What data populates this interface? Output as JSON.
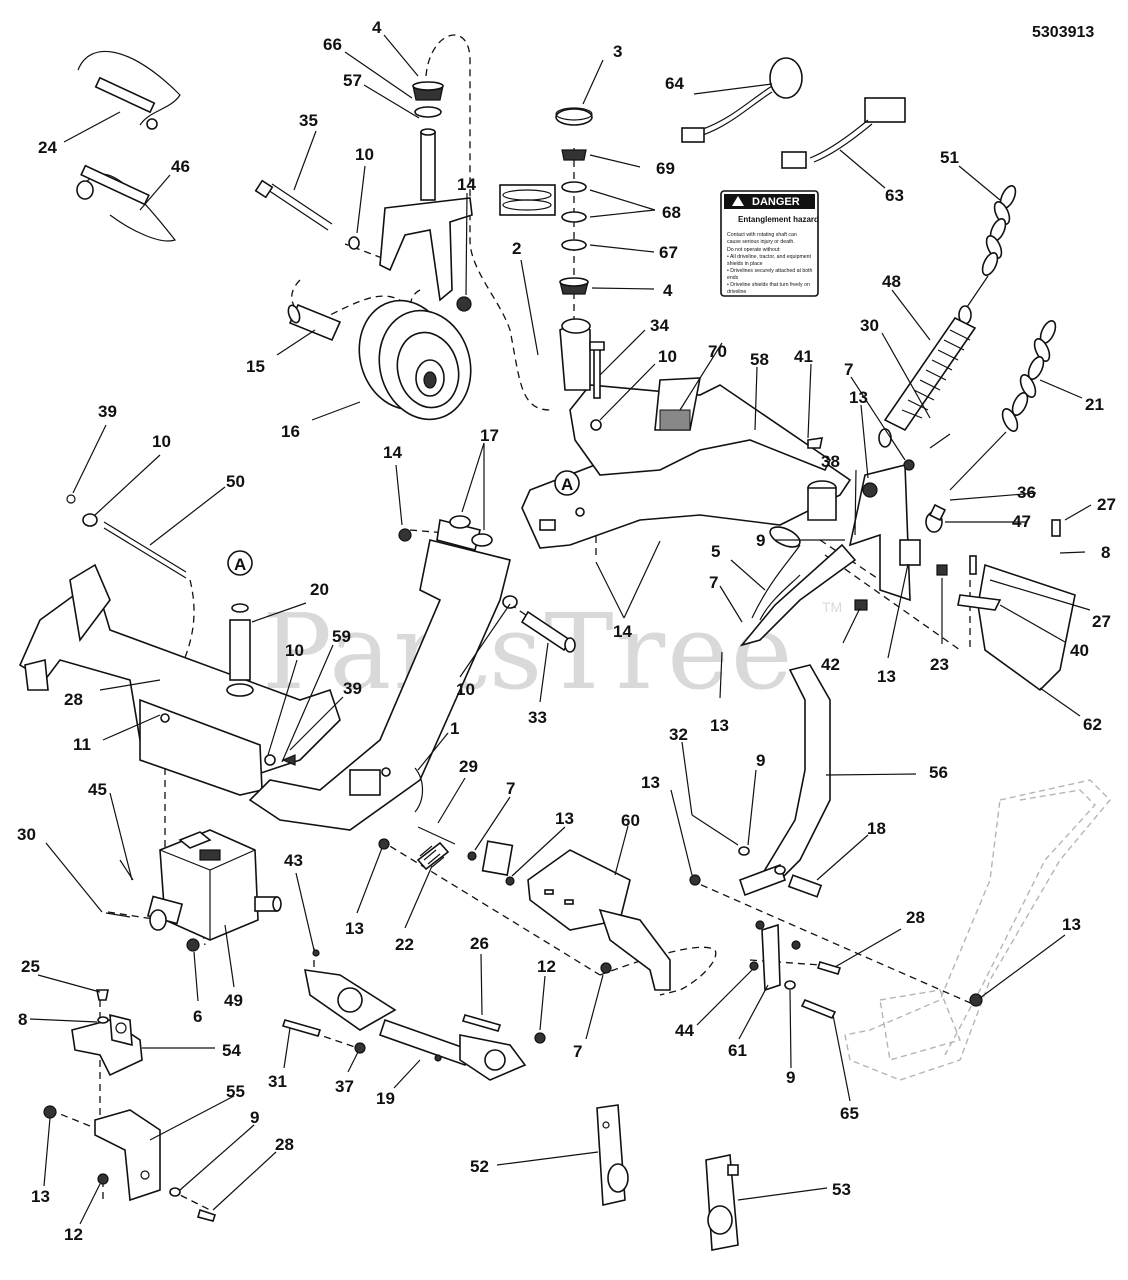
{
  "diagram_number": "5303913",
  "watermark": "PartsTree",
  "watermark_tm": "TM",
  "danger_label": {
    "header": "DANGER",
    "title": "Entanglement hazard",
    "lines": [
      "Contact with rotating shaft can",
      "cause serious injury or death.",
      "Do not operate without:",
      "• All driveline, tractor, and equipment",
      "  shields in place",
      "• Drivelines securely attached at both",
      "  ends",
      "• Driveline shields that turn freely on",
      "  driveline"
    ]
  },
  "callouts": [
    {
      "id": "c4a",
      "text": "4"
    },
    {
      "id": "c66",
      "text": "66"
    },
    {
      "id": "c57",
      "text": "57"
    },
    {
      "id": "c35",
      "text": "35"
    },
    {
      "id": "c10a",
      "text": "10"
    },
    {
      "id": "c14a",
      "text": "14"
    },
    {
      "id": "c24",
      "text": "24"
    },
    {
      "id": "c46",
      "text": "46"
    },
    {
      "id": "c15",
      "text": "15"
    },
    {
      "id": "c16",
      "text": "16"
    },
    {
      "id": "c3",
      "text": "3"
    },
    {
      "id": "c69",
      "text": "69"
    },
    {
      "id": "c68",
      "text": "68"
    },
    {
      "id": "c67",
      "text": "67"
    },
    {
      "id": "c4b",
      "text": "4"
    },
    {
      "id": "c2",
      "text": "2"
    },
    {
      "id": "c34",
      "text": "34"
    },
    {
      "id": "c10b",
      "text": "10"
    },
    {
      "id": "c70",
      "text": "70"
    },
    {
      "id": "c64",
      "text": "64"
    },
    {
      "id": "c63",
      "text": "63"
    },
    {
      "id": "c51",
      "text": "51"
    },
    {
      "id": "c48",
      "text": "48"
    },
    {
      "id": "c30a",
      "text": "30"
    },
    {
      "id": "c7a",
      "text": "7"
    },
    {
      "id": "c58",
      "text": "58"
    },
    {
      "id": "c41",
      "text": "41"
    },
    {
      "id": "c21",
      "text": "21"
    },
    {
      "id": "c13a",
      "text": "13"
    },
    {
      "id": "c38",
      "text": "38"
    },
    {
      "id": "c36",
      "text": "36"
    },
    {
      "id": "c47",
      "text": "47"
    },
    {
      "id": "c27a",
      "text": "27"
    },
    {
      "id": "c8a",
      "text": "8"
    },
    {
      "id": "c9a",
      "text": "9"
    },
    {
      "id": "c5",
      "text": "5"
    },
    {
      "id": "c7b",
      "text": "7"
    },
    {
      "id": "c13b",
      "text": "13"
    },
    {
      "id": "c42",
      "text": "42"
    },
    {
      "id": "c23",
      "text": "23"
    },
    {
      "id": "c13c",
      "text": "13"
    },
    {
      "id": "c27b",
      "text": "27"
    },
    {
      "id": "c40",
      "text": "40"
    },
    {
      "id": "c62",
      "text": "62"
    },
    {
      "id": "c39a",
      "text": "39"
    },
    {
      "id": "c10c",
      "text": "10"
    },
    {
      "id": "c50",
      "text": "50"
    },
    {
      "id": "c14b",
      "text": "14"
    },
    {
      "id": "c17",
      "text": "17"
    },
    {
      "id": "c14c",
      "text": "14"
    },
    {
      "id": "c20",
      "text": "20"
    },
    {
      "id": "c33",
      "text": "33"
    },
    {
      "id": "c59",
      "text": "59"
    },
    {
      "id": "c10d",
      "text": "10"
    },
    {
      "id": "c10e",
      "text": "10"
    },
    {
      "id": "c28a",
      "text": "28"
    },
    {
      "id": "c11",
      "text": "11"
    },
    {
      "id": "c39b",
      "text": "39"
    },
    {
      "id": "c1",
      "text": "1"
    },
    {
      "id": "c32",
      "text": "32"
    },
    {
      "id": "c9b",
      "text": "9"
    },
    {
      "id": "c56",
      "text": "56"
    },
    {
      "id": "c13d",
      "text": "13"
    },
    {
      "id": "c18",
      "text": "18"
    },
    {
      "id": "c45",
      "text": "45"
    },
    {
      "id": "c30b",
      "text": "30"
    },
    {
      "id": "c29",
      "text": "29"
    },
    {
      "id": "c7c",
      "text": "7"
    },
    {
      "id": "c13e",
      "text": "13"
    },
    {
      "id": "c60",
      "text": "60"
    },
    {
      "id": "c13f",
      "text": "13"
    },
    {
      "id": "c22",
      "text": "22"
    },
    {
      "id": "c43",
      "text": "43"
    },
    {
      "id": "c6",
      "text": "6"
    },
    {
      "id": "c49",
      "text": "49"
    },
    {
      "id": "c25",
      "text": "25"
    },
    {
      "id": "c8b",
      "text": "8"
    },
    {
      "id": "c54",
      "text": "54"
    },
    {
      "id": "c26",
      "text": "26"
    },
    {
      "id": "c12a",
      "text": "12"
    },
    {
      "id": "c7d",
      "text": "7"
    },
    {
      "id": "c44",
      "text": "44"
    },
    {
      "id": "c61",
      "text": "61"
    },
    {
      "id": "c28b",
      "text": "28"
    },
    {
      "id": "c13g",
      "text": "13"
    },
    {
      "id": "c9c",
      "text": "9"
    },
    {
      "id": "c65",
      "text": "65"
    },
    {
      "id": "c31",
      "text": "31"
    },
    {
      "id": "c37",
      "text": "37"
    },
    {
      "id": "c19",
      "text": "19"
    },
    {
      "id": "c55",
      "text": "55"
    },
    {
      "id": "c9d",
      "text": "9"
    },
    {
      "id": "c28c",
      "text": "28"
    },
    {
      "id": "c13h",
      "text": "13"
    },
    {
      "id": "c12b",
      "text": "12"
    },
    {
      "id": "c52",
      "text": "52"
    },
    {
      "id": "c53",
      "text": "53"
    }
  ],
  "view_markers": [
    {
      "id": "mA1",
      "text": "A"
    },
    {
      "id": "mA2",
      "text": "A"
    }
  ]
}
